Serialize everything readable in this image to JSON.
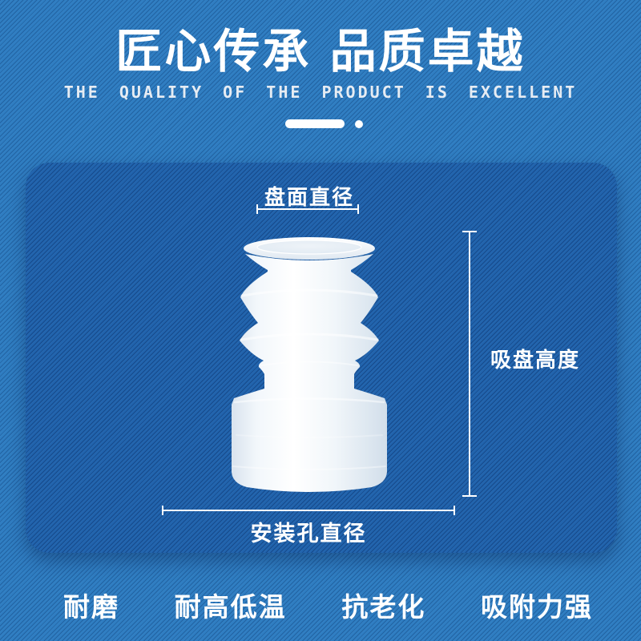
{
  "header": {
    "title": "匠心传承 品质卓越",
    "subtitle": "THE QUALITY OF THE PRODUCT IS EXCELLENT"
  },
  "dimensions": {
    "disc_diameter_label": "盘面直径",
    "cup_height_label": "吸盘高度",
    "mount_hole_diameter_label": "安装孔直径"
  },
  "features": [
    {
      "label": "耐磨"
    },
    {
      "label": "耐高低温"
    },
    {
      "label": "抗老化"
    },
    {
      "label": "吸附力强"
    }
  ],
  "icons": {
    "divider_bar": "rounded-white-bar",
    "divider_dot": "white-dot",
    "product_image": "bellows-vacuum-suction-cup"
  },
  "colors": {
    "background_blue": "#2d7cc1",
    "panel_blue": "#1f62ac",
    "stripe_shadow": "#092a5c",
    "text_white": "#ffffff",
    "subtitle_gray": "#e6ecf3",
    "product_body": "#f4f8fc"
  }
}
